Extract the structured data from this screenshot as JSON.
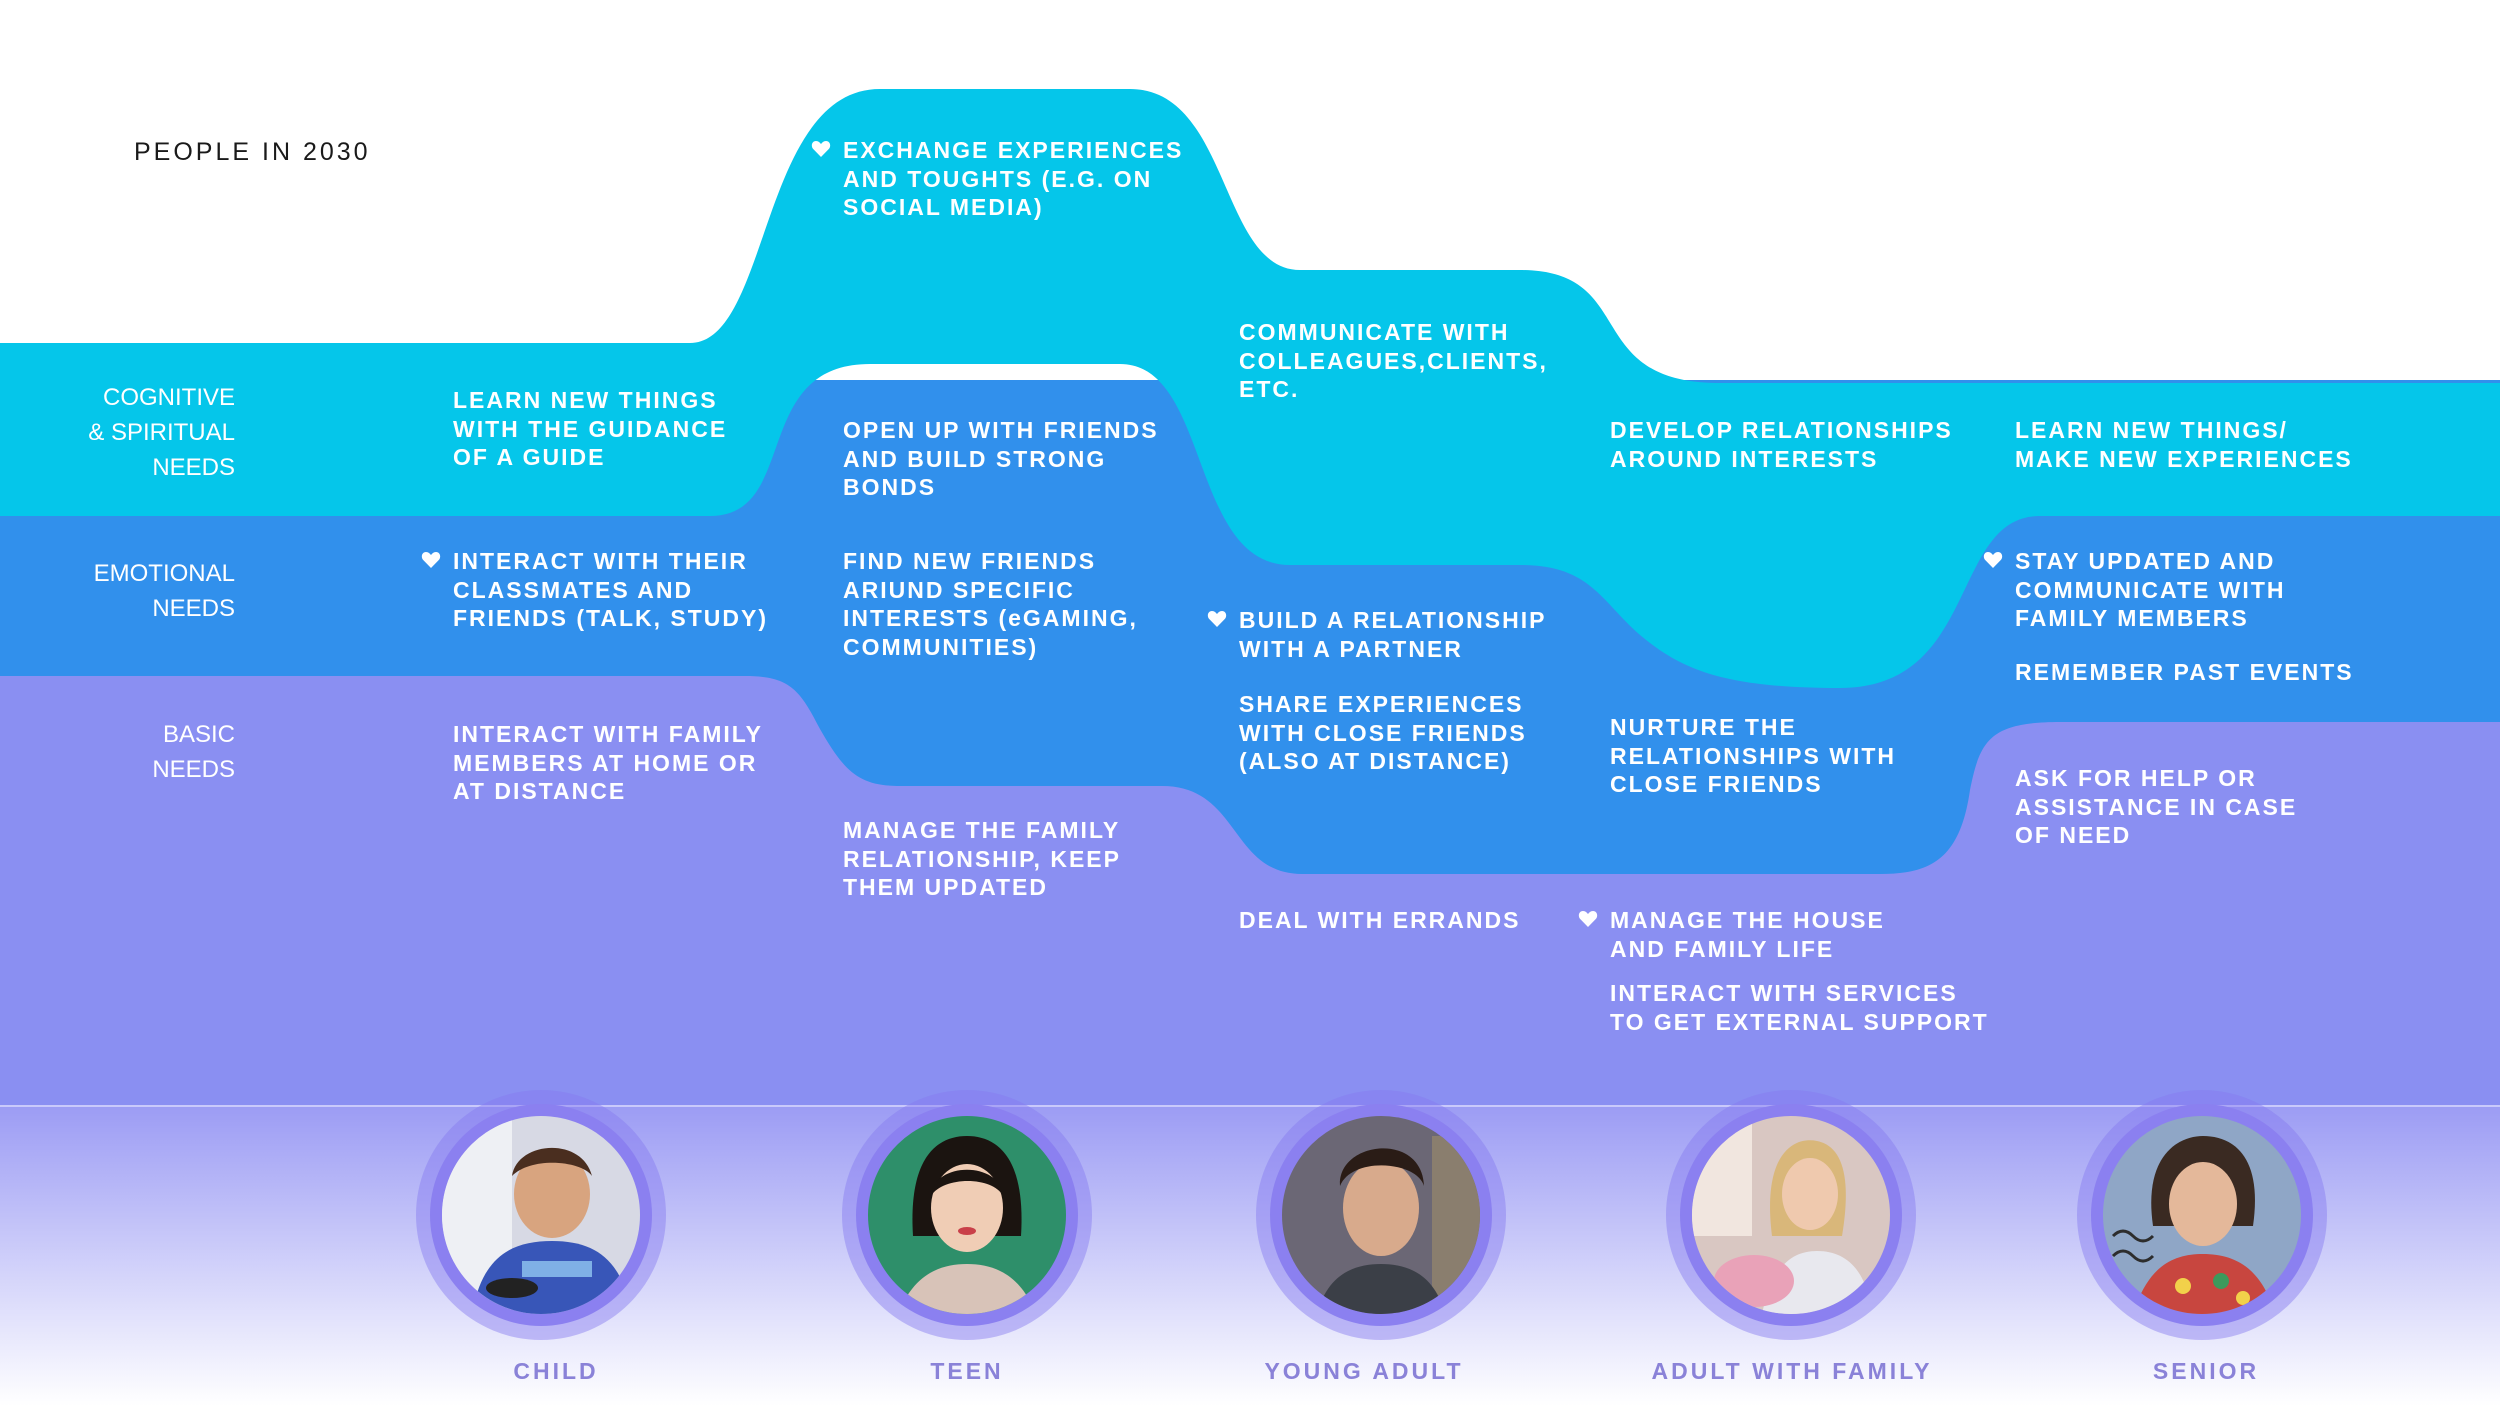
{
  "title": "PEOPLE IN 2030",
  "colors": {
    "cognitive": "#05c6ea",
    "emotional": "#3190ec",
    "basic": "#8a8ff2",
    "bottom_fade_start": "#9c9cf4",
    "persona_label": "#8a82d8"
  },
  "row_labels": {
    "cognitive": "COGNITIVE\n& SPIRITUAL\nNEEDS",
    "emotional": "EMOTIONAL\nNEEDS",
    "basic": "BASIC\nNEEDS"
  },
  "needs": {
    "child": {
      "cognitive": "LEARN NEW THINGS\nWITH THE GUIDANCE\nOF A GUIDE",
      "emotional": "INTERACT WITH THEIR\nCLASSMATES AND\nFRIENDS (TALK, STUDY)",
      "basic": "INTERACT WITH FAMILY\nMEMBERS AT HOME OR\nAT DISTANCE"
    },
    "teen": {
      "cognitive": "EXCHANGE EXPERIENCES\nAND TOUGHTS (E.G. ON\nSOCIAL MEDIA)",
      "emotional_1": "OPEN UP WITH FRIENDS\nAND BUILD STRONG\nBONDS",
      "emotional_2": "FIND NEW FRIENDS\nARIUND SPECIFIC\nINTERESTS (eGAMING,\nCOMMUNITIES)",
      "basic": "MANAGE THE FAMILY\nRELATIONSHIP, KEEP\nTHEM UPDATED"
    },
    "young_adult": {
      "cognitive": "COMMUNICATE WITH\nCOLLEAGUES,CLIENTS,\nETC.",
      "emotional_1": "BUILD A RELATIONSHIP\nWITH A PARTNER",
      "emotional_2": "SHARE EXPERIENCES\nWITH CLOSE FRIENDS\n(ALSO AT DISTANCE)",
      "basic": "DEAL WITH ERRANDS"
    },
    "adult_family": {
      "cognitive": "DEVELOP RELATIONSHIPS\nAROUND INTERESTS",
      "emotional": "NURTURE THE\nRELATIONSHIPS WITH\nCLOSE FRIENDS",
      "basic_1": "MANAGE THE HOUSE\nAND FAMILY LIFE",
      "basic_2": "INTERACT WITH SERVICES\nTO GET EXTERNAL SUPPORT"
    },
    "senior": {
      "cognitive": "LEARN NEW THINGS/\nMAKE NEW EXPERIENCES",
      "emotional_1": "STAY UPDATED AND\nCOMMUNICATE WITH\nFAMILY MEMBERS",
      "emotional_2": "REMEMBER PAST EVENTS",
      "basic": "ASK FOR HELP OR\nASSISTANCE IN CASE\nOF NEED"
    }
  },
  "personas": [
    {
      "label": "CHILD",
      "icon": "child-photo"
    },
    {
      "label": "TEEN",
      "icon": "teen-photo"
    },
    {
      "label": "YOUNG ADULT",
      "icon": "young-adult-photo"
    },
    {
      "label": "ADULT WITH FAMILY",
      "icon": "adult-photo"
    },
    {
      "label": "SENIOR",
      "icon": "senior-photo"
    }
  ]
}
